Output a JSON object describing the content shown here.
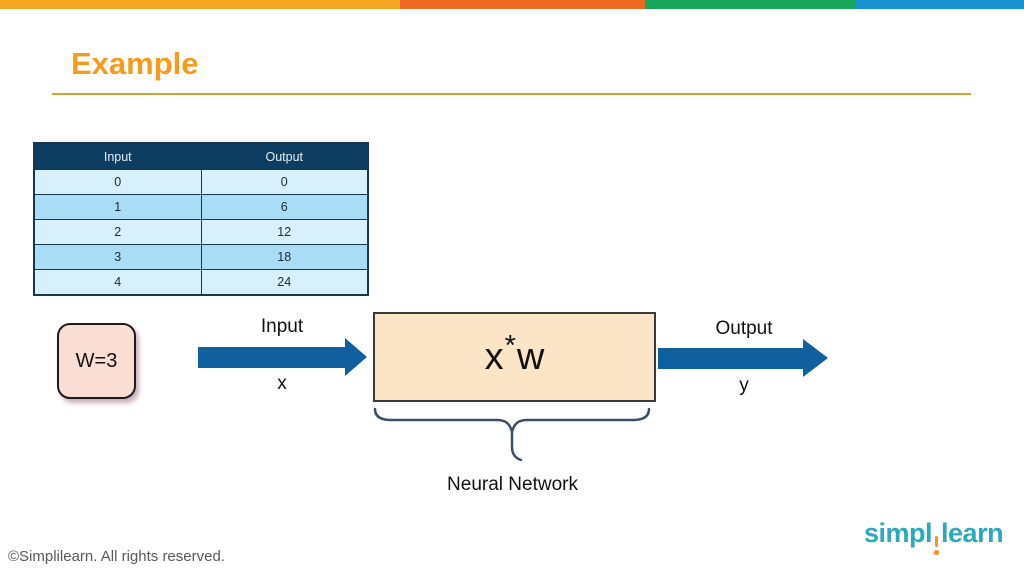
{
  "slide": {
    "title": "Example",
    "accent_color": "#F59C1F",
    "rule_color": "#CDA53D"
  },
  "topbar": {
    "segments": [
      {
        "name": "amber",
        "color": "#F5A623"
      },
      {
        "name": "orange",
        "color": "#EE6A24"
      },
      {
        "name": "green",
        "color": "#17A65A"
      },
      {
        "name": "blue",
        "color": "#1791D0"
      }
    ]
  },
  "table": {
    "headers": [
      "Input",
      "Output"
    ],
    "rows": [
      [
        "0",
        "0"
      ],
      [
        "1",
        "6"
      ],
      [
        "2",
        "12"
      ],
      [
        "3",
        "18"
      ],
      [
        "4",
        "24"
      ]
    ],
    "header_bg": "#0E3D62",
    "row_light": "#D8F0FC",
    "row_dark": "#A9DDF5",
    "border_color": "#16374F"
  },
  "diagram": {
    "weight_box": {
      "label": "W=3",
      "fill": "#FADDD3"
    },
    "input_arrow": {
      "label_top": "Input",
      "label_bottom": "x",
      "color": "#10609F"
    },
    "process_box": {
      "base_left": "x",
      "superscript": "*",
      "base_right": "w",
      "fill": "#FBE5C6"
    },
    "output_arrow": {
      "label_top": "Output",
      "label_bottom": "y",
      "color": "#10609F"
    },
    "brace": {
      "label": "Neural Network",
      "color": "#3A5067"
    }
  },
  "footer": {
    "copyright": "©Simplilearn. All rights reserved."
  },
  "logo": {
    "prefix": "simpl",
    "suffix": "learn",
    "teal": "#2CA8C0",
    "orange": "#F7941E"
  }
}
